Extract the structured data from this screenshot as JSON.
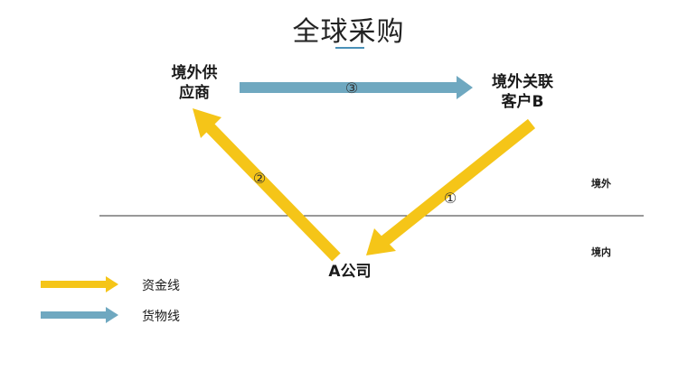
{
  "title": "全球采购",
  "nodes": {
    "supplier": [
      "境外供",
      "应商"
    ],
    "customer": [
      "境外关联",
      "客户B"
    ],
    "company_a": "A公司"
  },
  "zones": {
    "abroad": "境外",
    "domestic": "境内"
  },
  "flows": [
    {
      "step": "①",
      "from": "境外关联客户B",
      "to": "A公司",
      "type": "资金线"
    },
    {
      "step": "②",
      "from": "A公司",
      "to": "境外供应商",
      "type": "资金线"
    },
    {
      "step": "③",
      "from": "境外供应商",
      "to": "境外关联客户B",
      "type": "货物线"
    }
  ],
  "legend": {
    "money": {
      "label": "资金线",
      "color": "#F5C518"
    },
    "goods": {
      "label": "货物线",
      "color": "#6FA8C0"
    }
  },
  "colors": {
    "money": "#F5C518",
    "goods": "#6FA8C0",
    "line": "#333333"
  }
}
